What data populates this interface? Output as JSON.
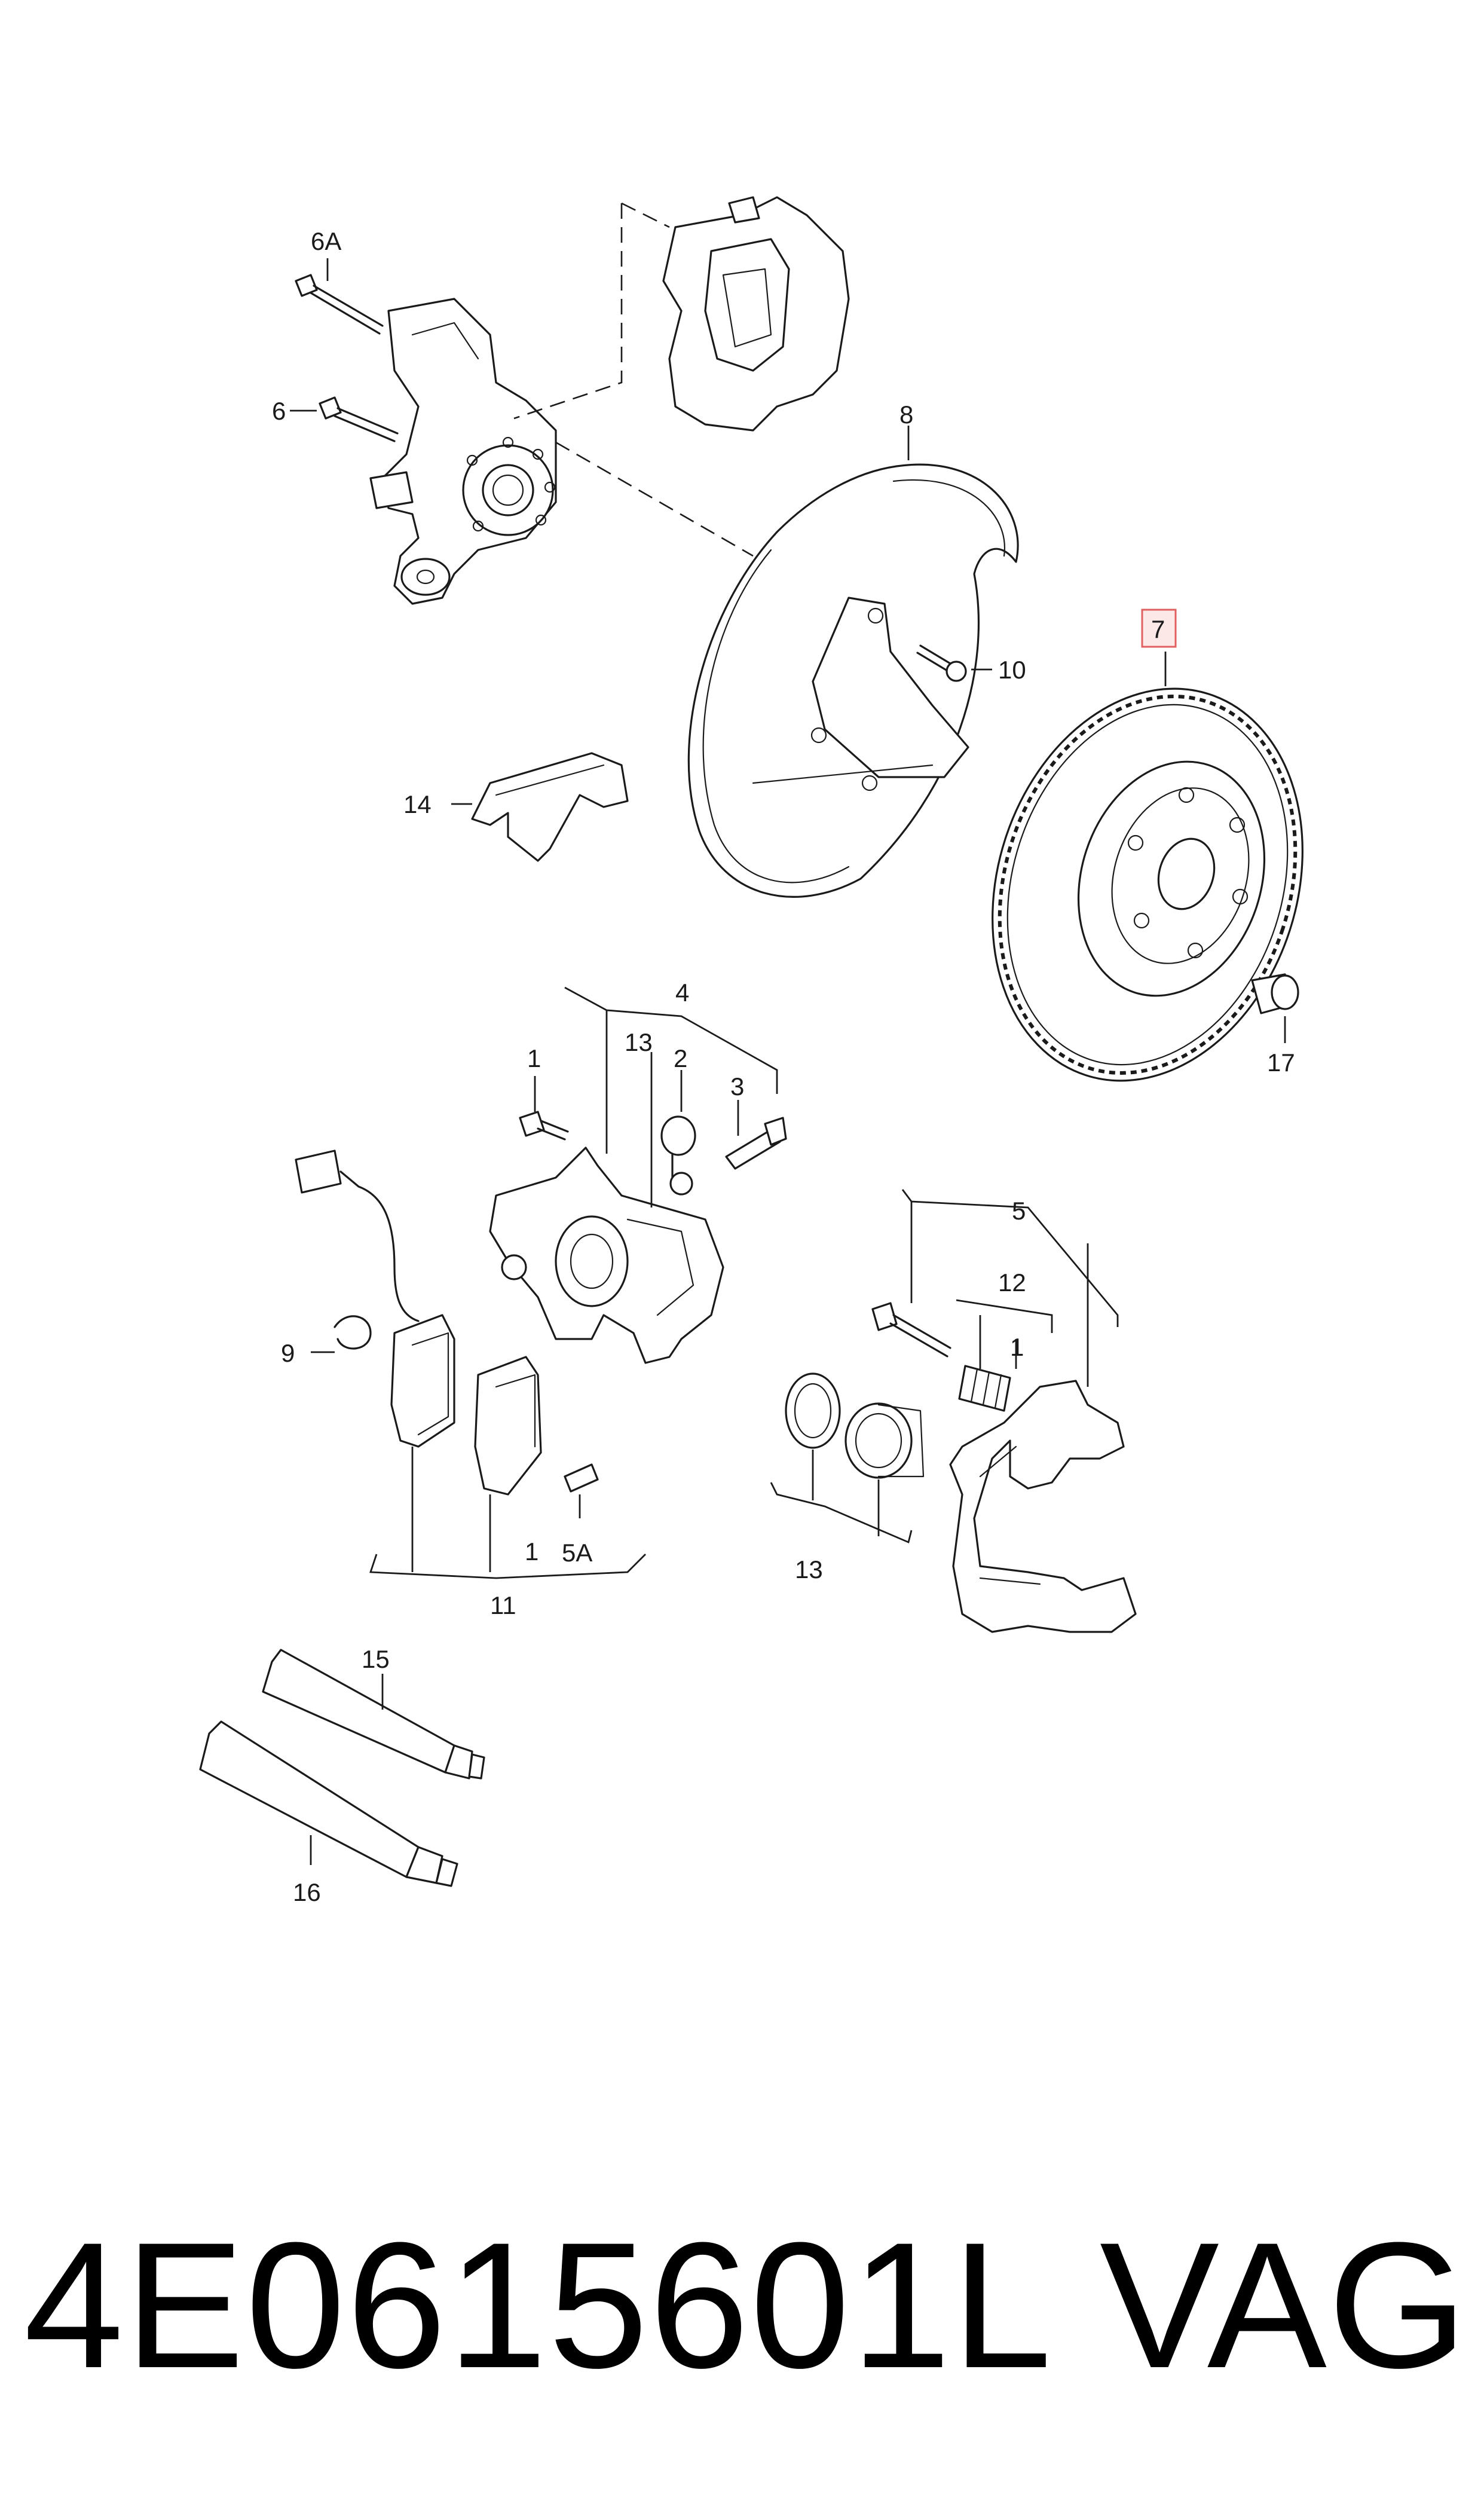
{
  "labels": {
    "l6A": "6A",
    "l6": "6",
    "l8": "8",
    "l7": "7",
    "l10": "10",
    "l14": "14",
    "l4": "4",
    "l13a": "13",
    "l1a": "1",
    "l2": "2",
    "l3": "3",
    "l17": "17",
    "l5": "5",
    "l12": "12",
    "l1b": "1",
    "l9": "9",
    "l1c": "1",
    "l5A": "5A",
    "l11": "11",
    "l13b": "13",
    "l15": "15",
    "l16": "16"
  },
  "highlight": {
    "label": "7",
    "border_color": "#e06060",
    "fill_color": "#fde8e8"
  },
  "footer": {
    "part_number": "4E0615601L",
    "brand": "VAG"
  }
}
